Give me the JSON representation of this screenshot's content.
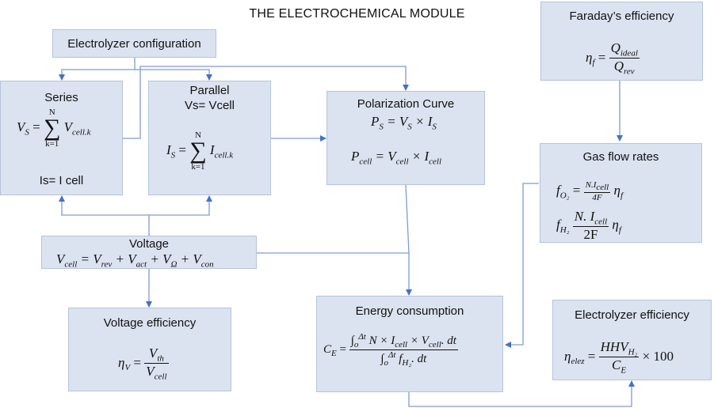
{
  "title": "THE ELECTROCHEMICAL MODULE",
  "colors": {
    "box_fill": "#dbe3f0",
    "box_border": "#b5c3dc",
    "arrow": "#4472c4"
  },
  "boxes": {
    "configuration": {
      "label": "Electrolyzer configuration"
    },
    "series": {
      "label": "Series",
      "note": "Is= I cell",
      "eq_lhs": "V",
      "eq_lhs_sub": "S",
      "eq_term": "V",
      "eq_term_sub": "cell.k",
      "sum_top": "N",
      "sum_bottom": "k=1"
    },
    "parallel": {
      "label": "Parallel",
      "note": "Vs= Vcell",
      "eq_lhs": "I",
      "eq_lhs_sub": "S",
      "eq_term": "I",
      "eq_term_sub": "cell.k",
      "sum_top": "N",
      "sum_bottom": "k=1"
    },
    "polarization": {
      "label": "Polarization Curve"
    },
    "voltage": {
      "label": "Voltage"
    },
    "voltage_efficiency": {
      "label": "Voltage efficiency"
    },
    "energy_consumption": {
      "label": "Energy consumption"
    },
    "faraday": {
      "label": "Faraday’s efficiency"
    },
    "gas_flow": {
      "label": "Gas flow rates"
    },
    "electrolyzer_efficiency": {
      "label": "Electrolyzer efficiency"
    }
  }
}
